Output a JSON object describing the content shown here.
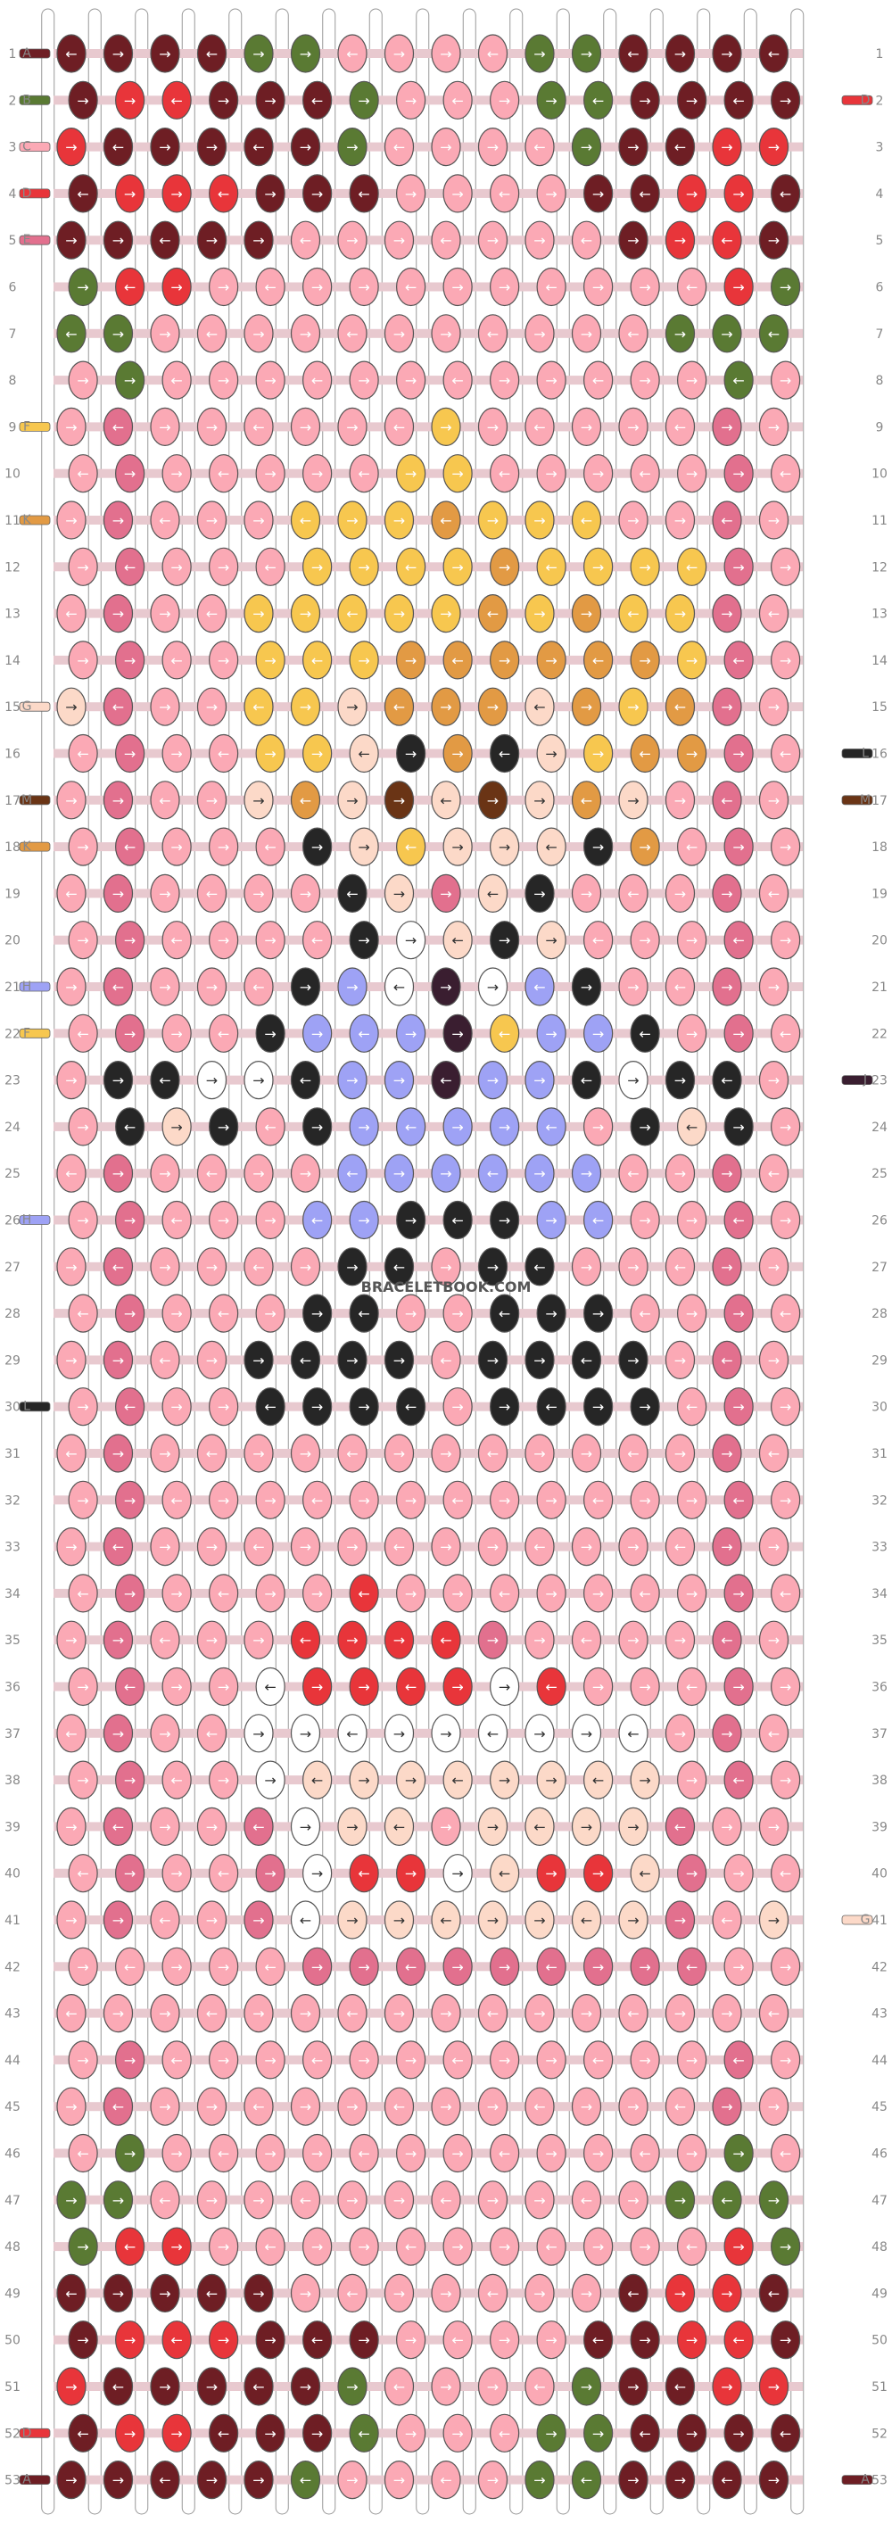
{
  "watermark": "BRACELETBOOK.COM",
  "colors": {
    "A": "#6e1e24",
    "B": "#5a7a33",
    "C": "#fba9b5",
    "D": "#e8353a",
    "E": "#e2708e",
    "F": "#f7c74f",
    "G": "#fcd9c8",
    "H": "#9ea2f5",
    "I": "#ffffff",
    "J": "#3a1e30",
    "K": "#e29a44",
    "L": "#262626",
    "M": "#6a3415"
  },
  "left_strings": [
    {
      "row": 1,
      "letter": "A"
    },
    {
      "row": 2,
      "letter": "B"
    },
    {
      "row": 3,
      "letter": "C"
    },
    {
      "row": 4,
      "letter": "D"
    },
    {
      "row": 5,
      "letter": "E"
    },
    {
      "row": 9,
      "letter": "F"
    },
    {
      "row": 11,
      "letter": "K"
    },
    {
      "row": 15,
      "letter": "G"
    },
    {
      "row": 17,
      "letter": "M"
    },
    {
      "row": 18,
      "letter": "K"
    },
    {
      "row": 21,
      "letter": "H"
    },
    {
      "row": 22,
      "letter": "F"
    },
    {
      "row": 26,
      "letter": "H"
    },
    {
      "row": 30,
      "letter": "L"
    },
    {
      "row": 52,
      "letter": "D"
    },
    {
      "row": 53,
      "letter": "A"
    }
  ],
  "right_strings": [
    {
      "row": 2,
      "letter": "D"
    },
    {
      "row": 16,
      "letter": "L"
    },
    {
      "row": 17,
      "letter": "M"
    },
    {
      "row": 23,
      "letter": "J"
    },
    {
      "row": 41,
      "letter": "G"
    },
    {
      "row": 53,
      "letter": "A"
    }
  ],
  "rows": [
    {
      "n": 1,
      "knots": "AAAABBCCCCBBAAAA"
    },
    {
      "n": 2,
      "knots": "ADDAAABCCCBBAAAA"
    },
    {
      "n": 3,
      "knots": "DAAAAABCCCCBAADD"
    },
    {
      "n": 4,
      "knots": "ADDDAAACCCCAADDA"
    },
    {
      "n": 5,
      "knots": "AAAAACCCCCCCADDA"
    },
    {
      "n": 6,
      "knots": "BDDCCCCCCCCCCCDB"
    },
    {
      "n": 7,
      "knots": "BBCCCCCCCCCCCBBB"
    },
    {
      "n": 8,
      "knots": "CBCCCCCCCCCCCCBC"
    },
    {
      "n": 9,
      "knots": "CECCCCCCFCCCCCEC"
    },
    {
      "n": 10,
      "knots": "CECCCCCFFCCCCCEC"
    },
    {
      "n": 11,
      "knots": "CECCCFFFKFFFCCEC"
    },
    {
      "n": 12,
      "knots": "CECCCFFFFKFFFFEC"
    },
    {
      "n": 13,
      "knots": "CECCFFFFFKFKFFEC"
    },
    {
      "n": 14,
      "knots": "CECCFFFKKKKKKFEC"
    },
    {
      "n": 15,
      "knots": "GECCFFGKKKGKFKEC"
    },
    {
      "n": 16,
      "knots": "CECCFFGLKLGFKKEC"
    },
    {
      "n": 17,
      "knots": "CECCGKGMGMGKGCEC"
    },
    {
      "n": 18,
      "knots": "CECCCLGFGGGLKCEC"
    },
    {
      "n": 19,
      "knots": "CECCCCLGEGLCCCEC"
    },
    {
      "n": 20,
      "knots": "CECCCCLIGLGCCCEC"
    },
    {
      "n": 21,
      "knots": "CECCCLHIJIHLCCEC"
    },
    {
      "n": 22,
      "knots": "CECCLHHHJFHHLCEC"
    },
    {
      "n": 23,
      "knots": "CLLIILHHJHHLILLC"
    },
    {
      "n": 24,
      "knots": "CLGLCLHHHHHCLGLC"
    },
    {
      "n": 25,
      "knots": "CECCCCHHHHHHCCEC"
    },
    {
      "n": 26,
      "knots": "CECCCHHLLLHHCCEC"
    },
    {
      "n": 27,
      "knots": "CECCCCLLCLLCCCEC"
    },
    {
      "n": 28,
      "knots": "CECCCLLCCLLLCCEC"
    },
    {
      "n": 29,
      "knots": "CECCLLLLCLLLLCEC"
    },
    {
      "n": 30,
      "knots": "CECCLLLLCLLLLCEC"
    },
    {
      "n": 31,
      "knots": "CECCCCCCCCCCCCEC"
    },
    {
      "n": 32,
      "knots": "CECCCCCCCCCCCCEC"
    },
    {
      "n": 33,
      "knots": "CECCCCCCCCCCCCEC"
    },
    {
      "n": 34,
      "knots": "CECCCCDCCCCCCCEC"
    },
    {
      "n": 35,
      "knots": "CECCCDDDDECCCCEC"
    },
    {
      "n": 36,
      "knots": "CECCIDDDDIDCCCEC"
    },
    {
      "n": 37,
      "knots": "CECCIIIIIIIIICEC"
    },
    {
      "n": 38,
      "knots": "CECCIGGGGGGGGCEC"
    },
    {
      "n": 39,
      "knots": "CECCEIGGCGGGGECC"
    },
    {
      "n": 40,
      "knots": "CECCEIDDIGDDGECC"
    },
    {
      "n": 41,
      "knots": "CECCEIGGGGGGGECG"
    },
    {
      "n": 42,
      "knots": "CCCCCEEEEEEEEECC"
    },
    {
      "n": 43,
      "knots": "CCCCCCCCCCCCCCCC"
    },
    {
      "n": 44,
      "knots": "CECCCCCCCCCCCCEC"
    },
    {
      "n": 45,
      "knots": "CECCCCCCCCCCCCEC"
    },
    {
      "n": 46,
      "knots": "CBCCCCCCCCCCCCBC"
    },
    {
      "n": 47,
      "knots": "BBCCCCCCCCCCCBBB"
    },
    {
      "n": 48,
      "knots": "BDDCCCCCCCCCCCDB"
    },
    {
      "n": 49,
      "knots": "AAAAACCCCCCCADDA"
    },
    {
      "n": 50,
      "knots": "ADDDAAACCCCAADDA"
    },
    {
      "n": 51,
      "knots": "DAAAAABCCCCBAADD"
    },
    {
      "n": 52,
      "knots": "ADDAAABCCCBBAAAA"
    },
    {
      "n": 53,
      "knots": "AAAAABCCCCBBAAAA"
    }
  ]
}
